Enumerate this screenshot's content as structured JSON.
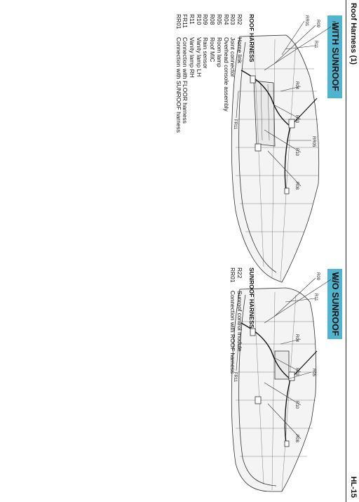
{
  "header": {
    "title": "Roof Harness (1)",
    "page": "HL-15"
  },
  "left_panel": {
    "banner": "WITH SUNROOF",
    "callouts": {
      "r11": "R11",
      "rr01": "RR01",
      "r09": "R09",
      "r02": "R02",
      "rr05": "RR05",
      "r04": "R04",
      "r03": "R03",
      "r10": "R10",
      "r08": "R08",
      "fr11": "FR11"
    },
    "legend_title": "ROOF HARNESS",
    "legend": [
      {
        "code": "R02",
        "desc": "Home link"
      },
      {
        "code": "R03",
        "desc": "Joint connector"
      },
      {
        "code": "R04",
        "desc": "Overhead console assembly"
      },
      {
        "code": "R05",
        "desc": "Room lamp"
      },
      {
        "code": "R08",
        "desc": "Roof MIC"
      },
      {
        "code": "R09",
        "desc": "Rain sensor"
      },
      {
        "code": "R10",
        "desc": "Vanity lamp LH"
      },
      {
        "code": "R11",
        "desc": "Vanity lamp RH"
      },
      {
        "code": "FR11",
        "desc": "Connection with FLOOR harness"
      },
      {
        "code": "RR01",
        "desc": "Connection with SUNROOF harness"
      }
    ]
  },
  "right_panel": {
    "banner": "W/O SUNROOF",
    "callouts": {
      "r11": "R11",
      "r09": "R09",
      "r02": "R02",
      "r05": "R05",
      "r04": "R04",
      "r03": "R03",
      "r10": "R10",
      "r08": "R08",
      "fr11": "FR11"
    },
    "legend_title": "SUNROOF HARNESS",
    "legend": [
      {
        "code": "R22",
        "desc": "Sunroof control module"
      },
      {
        "code": "RR01",
        "desc": "Connection with ROOF harness"
      }
    ]
  }
}
